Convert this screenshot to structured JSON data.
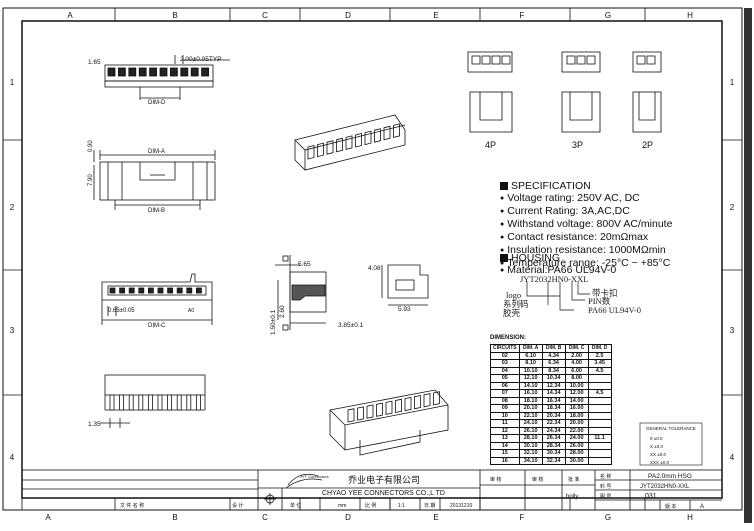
{
  "border": {
    "columns": [
      "A",
      "B",
      "C",
      "D",
      "E",
      "F",
      "G",
      "H"
    ],
    "rows": [
      "1",
      "2",
      "3",
      "4"
    ]
  },
  "labels": {
    "pitch_left": "1.65",
    "pitch_top": "2.00±0.05TYP",
    "dim_d": "DIM-D",
    "dim_a": "DIM-A",
    "dim_b": "DIM-B",
    "dim_c": "DIM-C",
    "h_090": "0.90",
    "h_790": "7.90",
    "pin_065": "0.65±0.05",
    "pin_a0": "A0",
    "lead_135": "1.35",
    "side_565": "5.65",
    "side_150": "1.50±0.1",
    "side_260": "2.60",
    "side_385": "3.85±0.1",
    "side_408": "4.08",
    "side_593": "5.93",
    "p4": "4P",
    "p3": "3P",
    "p2": "2P"
  },
  "spec": {
    "title": "SPECIFICATION",
    "items": [
      "Voltage  rating:  250V  AC,  DC",
      "Current  Rating:  3A,AC,DC",
      "Withstand  voltage:   800V  AC/minute",
      "Contact  resistance:  20mΩmax",
      "Insulation  resistance:  1000MΩmin",
      "Temperature  range:  -25°C  ~  +85°C"
    ]
  },
  "housing": {
    "title": "HOUSING",
    "material": "Material:PA66  UL94V-0"
  },
  "code": {
    "part": "JYT2032HN0-XXL",
    "logo": "logo",
    "series": "系列码",
    "shell": "胶壳",
    "lock": "带卡扣",
    "pins": "PIN数",
    "material": "PA66  UL94V-0"
  },
  "dimension_table": {
    "title": "DIMENSION:",
    "headers": [
      "CIRCUITS",
      "DIM. A",
      "DIM. B",
      "DIM. C",
      "DIM. D"
    ],
    "rows": [
      [
        "02",
        "6.10",
        "4.34",
        "2.00",
        "2.5"
      ],
      [
        "03",
        "8.10",
        "6.34",
        "4.00",
        "3.45"
      ],
      [
        "04",
        "10.10",
        "8.34",
        "6.00",
        "4.5"
      ],
      [
        "05",
        "12.10",
        "10.34",
        "8.00",
        ""
      ],
      [
        "06",
        "14.10",
        "12.34",
        "10.00",
        ""
      ],
      [
        "07",
        "16.10",
        "14.34",
        "12.00",
        "4.5"
      ],
      [
        "08",
        "18.10",
        "16.34",
        "14.00",
        ""
      ],
      [
        "09",
        "20.10",
        "18.34",
        "16.00",
        ""
      ],
      [
        "10",
        "22.10",
        "20.34",
        "18.00",
        ""
      ],
      [
        "11",
        "24.10",
        "22.34",
        "20.00",
        ""
      ],
      [
        "12",
        "26.10",
        "24.34",
        "22.00",
        ""
      ],
      [
        "13",
        "28.10",
        "26.34",
        "24.00",
        "11.1"
      ],
      [
        "14",
        "30.10",
        "28.34",
        "26.00",
        ""
      ],
      [
        "15",
        "32.10",
        "30.34",
        "28.00",
        ""
      ],
      [
        "16",
        "34.10",
        "32.34",
        "30.00",
        ""
      ]
    ]
  },
  "tolerance": {
    "title": "GENERAL TOLERANCE",
    "rows": [
      "0  ±0.0",
      "X  ±0.0",
      "XX  ±0.0",
      "XXX  ±0.0"
    ]
  },
  "title_block": {
    "company_cn": "乔业电子有限公司",
    "company_en": "CHYAO  YEE  CONNECTORS  CO.,L TD",
    "logo_text": "JYT Connectors",
    "drawn": "审 核",
    "checked": "审 核",
    "approved": "批 准",
    "signature": "bolly",
    "name_label": "名 称",
    "name_value": "PA2.0mm  HSG",
    "part_label": "料 号",
    "part_value": "JYT2032HN0-XXL",
    "drawing_label": "图 号",
    "drawing_value": "031",
    "version_label": "版 本",
    "version_value": "A",
    "unit_label": "单 位",
    "unit_value": "mm",
    "scale_label": "比 例",
    "scale_value": "1:1",
    "date_label": "日 期",
    "date_value": "20131210",
    "design_label": "设 计",
    "rev_label": "文 件 名 称"
  }
}
